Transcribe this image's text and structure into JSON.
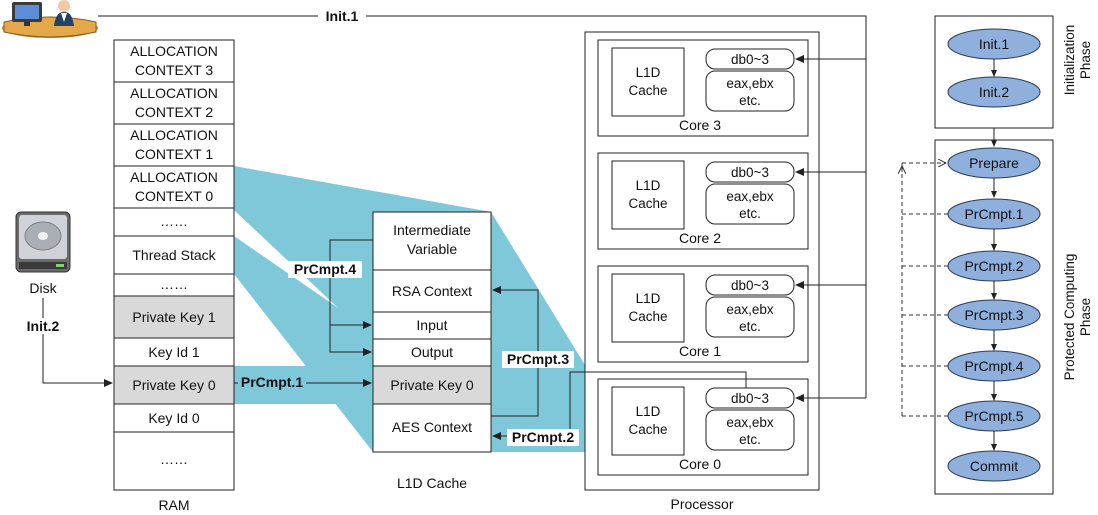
{
  "colors": {
    "shade": "#7ec8da",
    "node_fill": "#8fb0dd",
    "key_fill": "#d9d9d9"
  },
  "icons": {
    "user": "user-at-computer-icon",
    "disk": "hard-disk-icon"
  },
  "ram": {
    "title": "RAM",
    "cells": [
      [
        "ALLOCATION",
        "CONTEXT 3"
      ],
      [
        "ALLOCATION",
        "CONTEXT 2"
      ],
      [
        "ALLOCATION",
        "CONTEXT 1"
      ],
      [
        "ALLOCATION",
        "CONTEXT 0"
      ],
      [
        "……"
      ],
      [
        "Thread Stack"
      ],
      [
        "……"
      ],
      [
        "Private Key 1"
      ],
      [
        "Key Id 1"
      ],
      [
        "Private Key 0"
      ],
      [
        "Key Id 0"
      ],
      [
        "……"
      ]
    ]
  },
  "disk": {
    "label": "Disk"
  },
  "l1d": {
    "title": "L1D Cache",
    "cells": [
      [
        "Intermediate",
        "Variable"
      ],
      [
        "RSA Context"
      ],
      [
        "Input"
      ],
      [
        "Output"
      ],
      [
        "Private Key 0"
      ],
      [
        "AES Context"
      ]
    ]
  },
  "processor": {
    "title": "Processor",
    "core_cache_label": [
      "L1D",
      "Cache"
    ],
    "db_label": "db0~3",
    "regs_label": [
      "eax,ebx",
      "etc."
    ],
    "cores": [
      "Core 3",
      "Core 2",
      "Core 1",
      "Core 0"
    ]
  },
  "arrows": {
    "init1": "Init.1",
    "init2": "Init.2",
    "prcmpt1": "PrCmpt.1",
    "prcmpt2": "PrCmpt.2",
    "prcmpt3": "PrCmpt.3",
    "prcmpt4": "PrCmpt.4"
  },
  "flow": {
    "init_phase": [
      "Initialization",
      "Phase"
    ],
    "protected_phase": [
      "Protected Computing",
      "Phase"
    ],
    "init_nodes": [
      "Init.1",
      "Init.2"
    ],
    "protected_nodes": [
      "Prepare",
      "PrCmpt.1",
      "PrCmpt.2",
      "PrCmpt.3",
      "PrCmpt.4",
      "PrCmpt.5",
      "Commit"
    ]
  }
}
